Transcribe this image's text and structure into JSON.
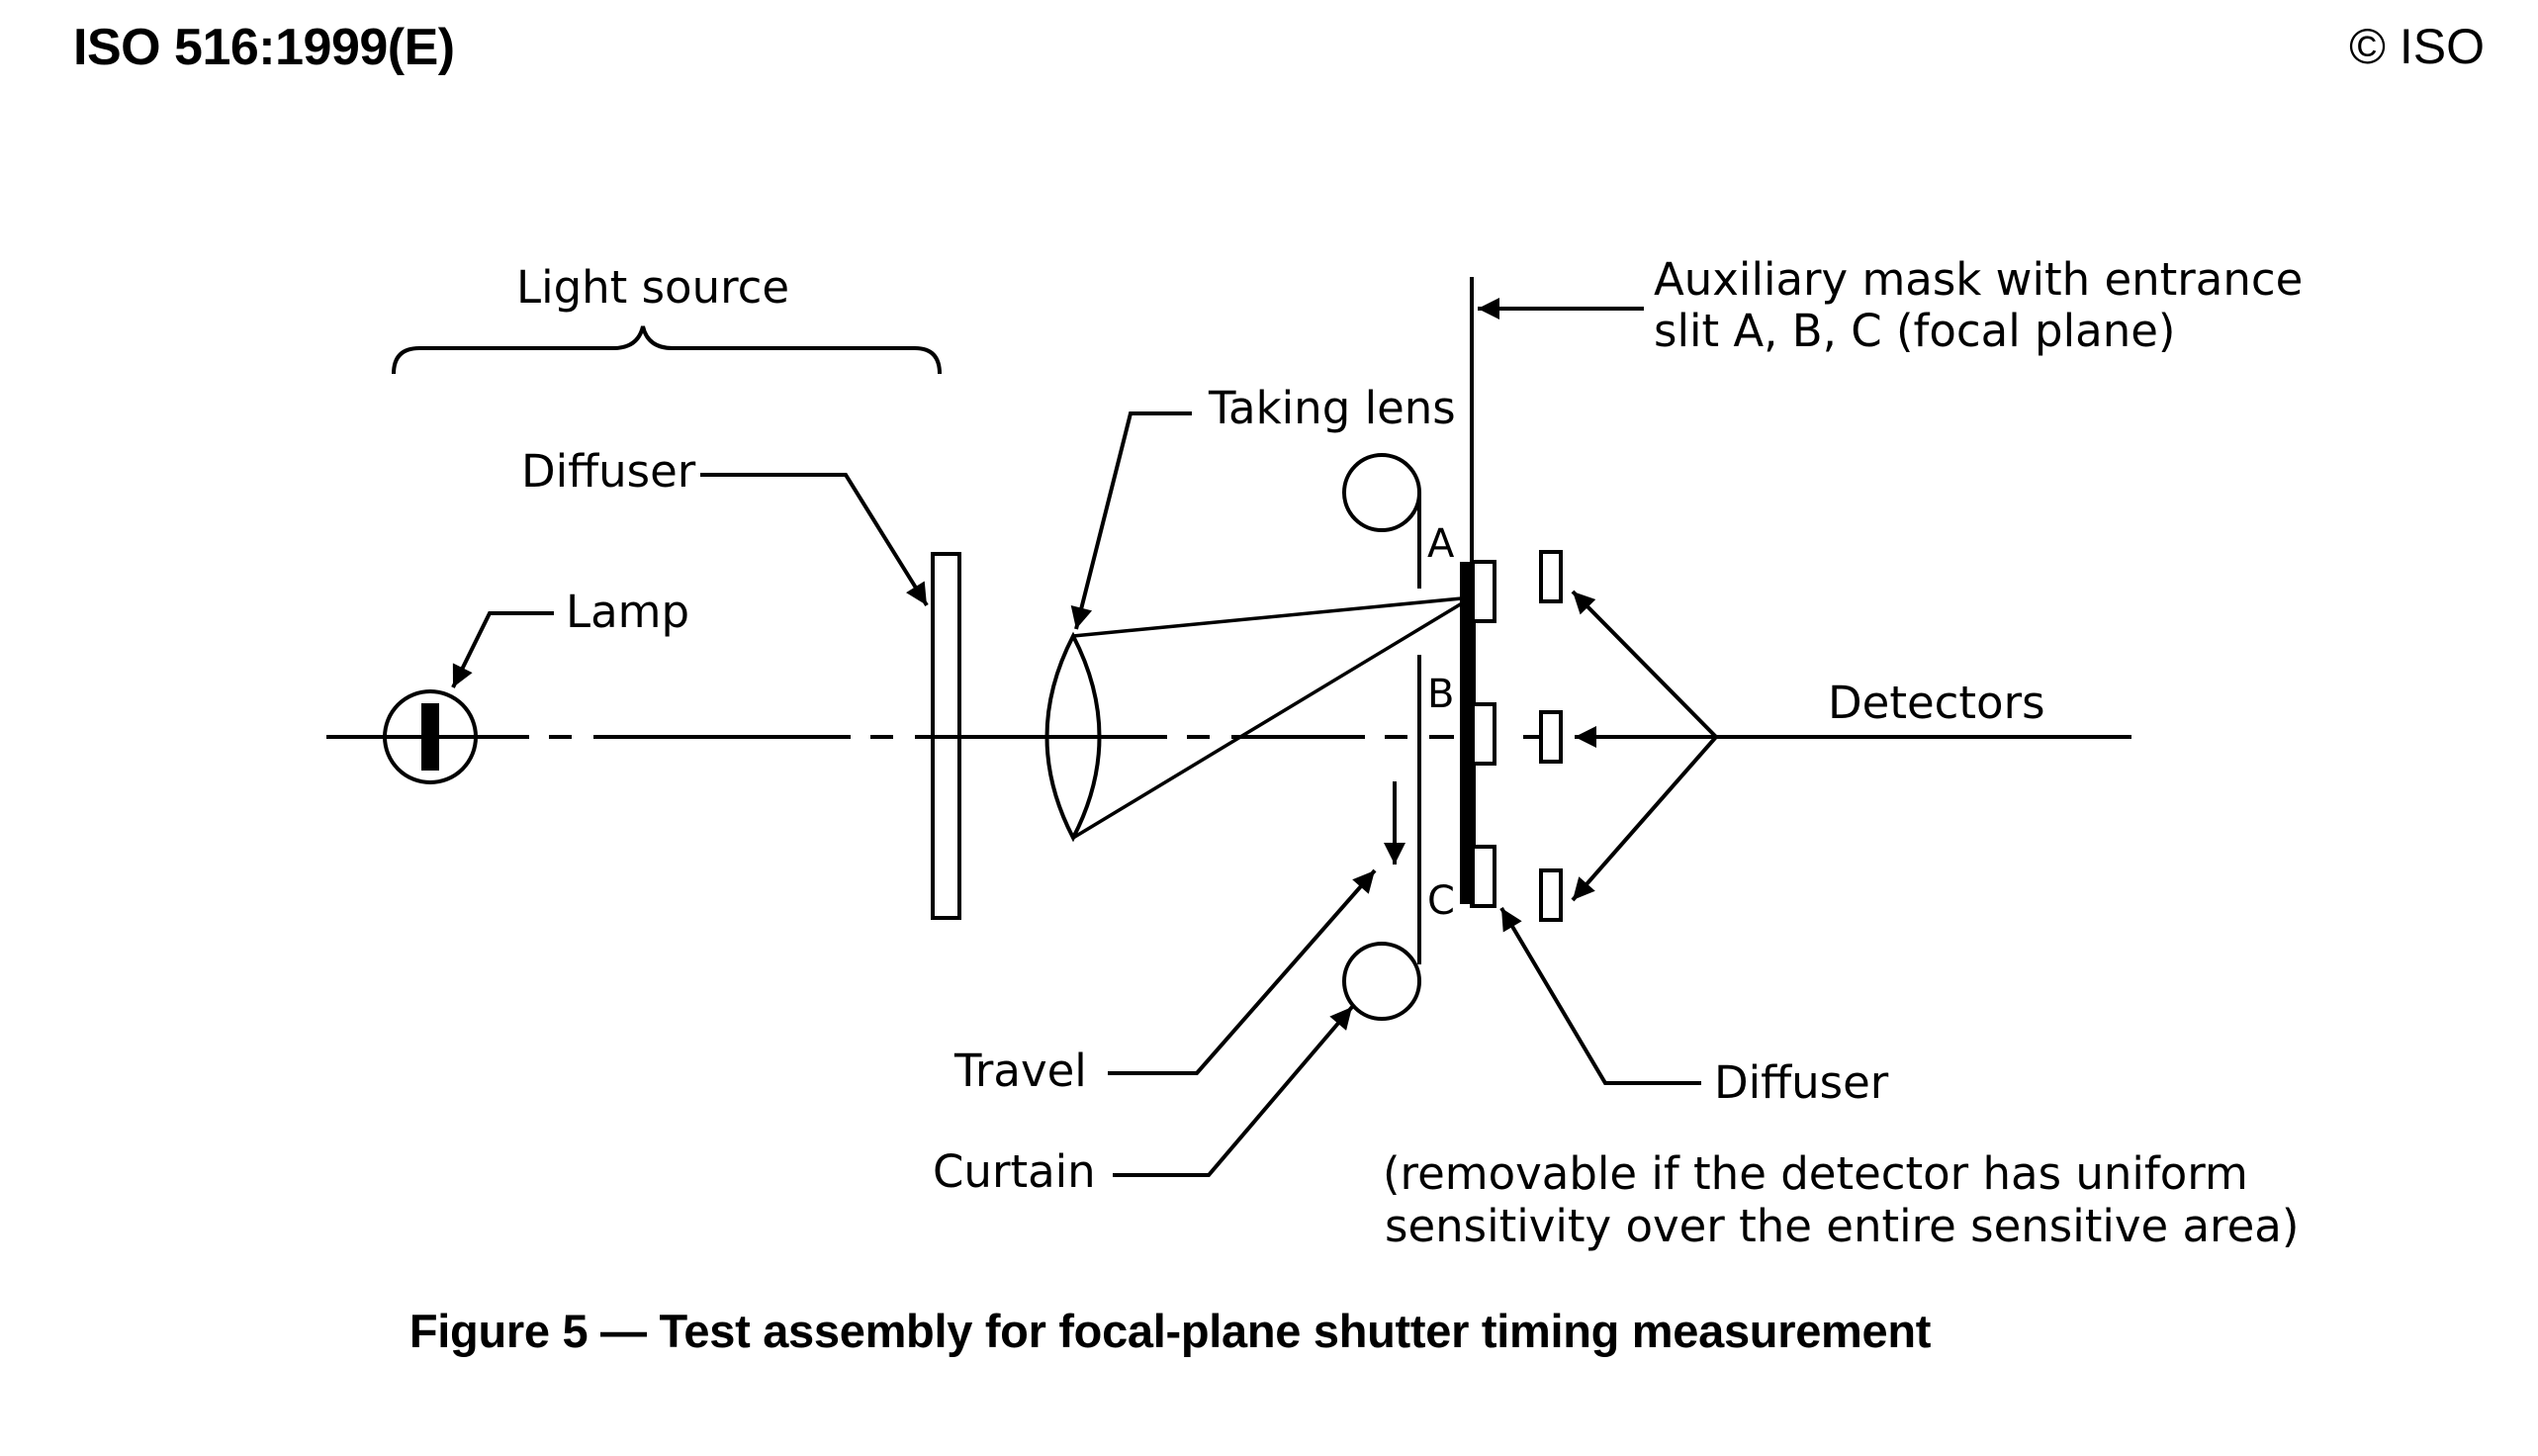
{
  "header": {
    "standard_id": "ISO 516:1999(E)",
    "copyright": "© ISO"
  },
  "labels": {
    "light_source": "Light source",
    "diffuser_left": "Diffuser",
    "lamp": "Lamp",
    "taking_lens": "Taking lens",
    "aux_mask_line1": "Auxiliary mask with entrance",
    "aux_mask_line2": "slit A, B, C (focal plane)",
    "slit_a": "A",
    "slit_b": "B",
    "slit_c": "C",
    "detectors": "Detectors",
    "travel": "Travel",
    "curtain": "Curtain",
    "diffuser_right": "Diffuser",
    "note_line1": "(removable if the detector has uniform",
    "note_line2": "sensitivity over the entire sensitive area)"
  },
  "caption": "Figure 5 — Test assembly for focal-plane shutter timing measurement"
}
